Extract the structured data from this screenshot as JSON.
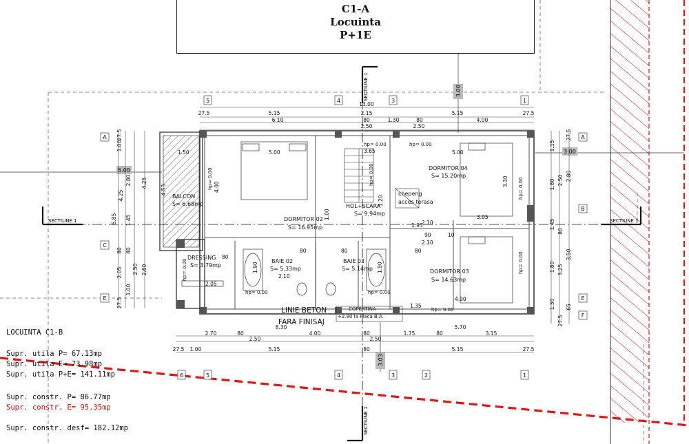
{
  "title_block": {
    "line1": "C1-A",
    "line2": "Locuinta",
    "line3": "P+1E"
  },
  "axes": {
    "numbers": [
      "5",
      "4",
      "3",
      "1",
      "6",
      "5",
      "4",
      "3",
      "2",
      "1"
    ],
    "letters": [
      "A",
      "C",
      "E",
      "A",
      "B",
      "E",
      "F"
    ]
  },
  "sections": {
    "vertical_label": "SECTIUNE 1",
    "left_label": "SECTIUNE 1",
    "right_label": "SECTIUNE 1"
  },
  "offsets": {
    "top": "3.00",
    "right": "3.00",
    "left": "6.00",
    "bottom": "3.03"
  },
  "dims_top": [
    "13.00",
    "27.5",
    "5.15",
    "2.15",
    "5.15",
    "27.5",
    "6.10",
    "80",
    "1.30",
    "80",
    "4.00",
    "2.50",
    "2.50"
  ],
  "dims_bottom": [
    "8.30",
    "2.70",
    "80",
    "4.00",
    "80",
    "1.75",
    "80",
    "3.15",
    "2.50",
    "2.50",
    "5.70",
    "27.5",
    "1.00",
    "5.15",
    "80",
    "5.15",
    "27.5"
  ],
  "dims_left": [
    "27.5",
    "1.00",
    "4.25",
    "4.25",
    "4.53",
    "2.80",
    "6.85",
    "1.45",
    "80",
    "2.05",
    "2.50",
    "2.60",
    "1.00",
    "27.5",
    "80"
  ],
  "dims_right": [
    "27.5",
    "1.15",
    "2.80",
    "2.50",
    "1.80",
    "1.45",
    "80",
    "1.80",
    "3.25",
    "3.50",
    "1.30",
    "27.5",
    "65"
  ],
  "rooms": {
    "balcon": {
      "name": "BALCON",
      "area": "S= 6.68mp"
    },
    "dormitor02": {
      "name": "DORMITOR 02",
      "area": "S= 16.95mp"
    },
    "dormitor04": {
      "name": "DORMITOR 04",
      "area": "S= 15.20mp"
    },
    "hol_scara": {
      "name": "HOL+SCARA",
      "area": "S= 9.94mp"
    },
    "chepeng": {
      "line1": "chepeng",
      "line2": "acces terasa"
    },
    "dressing": {
      "name": "DRESSING",
      "area": "S= 3.79mp"
    },
    "baie02": {
      "name": "BAIE 02",
      "area": "S= 5.33mp"
    },
    "baie03": {
      "name": "BAIE 03",
      "area": "S= 5.14mp"
    },
    "dormitor03": {
      "name": "DORMITOR 03",
      "area": "S= 14.63mp"
    }
  },
  "inner_dims": [
    "1.50",
    "5.00",
    "5.00",
    "4.00",
    "3.30",
    "3.05",
    "1.95",
    "2.10",
    "2.10",
    "4.90",
    "1.35",
    "90",
    "10",
    "2.10",
    "2.05",
    "1.90",
    "1.90",
    "80",
    "80",
    "80",
    "80",
    "1.00",
    "1.20",
    "3.65"
  ],
  "hp_labels": [
    "hp= 0.00",
    "hp= 0.00",
    "hp= 0.00",
    "hp= 0.00",
    "hp= 0.00",
    "hp= 0.00",
    "hp= 0.00",
    "hp= 0.00",
    "hp= 0.00",
    "hp= 0.00"
  ],
  "terrace": {
    "line1": "LINIE BETON",
    "line2": "FARA FINISAJ",
    "coping": "COPERTINA",
    "coping_detail": "+2.90 la Placa B.A."
  },
  "legend": {
    "title": "LOCUINTA C1-B",
    "su_p": "Supr. utila P= 67.13mp",
    "su_e": "Supr. utila E= 73.98mp",
    "su_pe": "Supr. utila P+E= 141.11mp",
    "sc_p": "Supr. constr. P= 86.77mp",
    "sc_e": "Supr. constr. E= 95.35mp",
    "sc_desf": "Supr. constr. desf= 182.12mp"
  },
  "colors": {
    "wall": "#222222",
    "hatch": "#444444",
    "boundary": "#e01515",
    "axis": "#555555",
    "legend_accent": "#d01010"
  }
}
